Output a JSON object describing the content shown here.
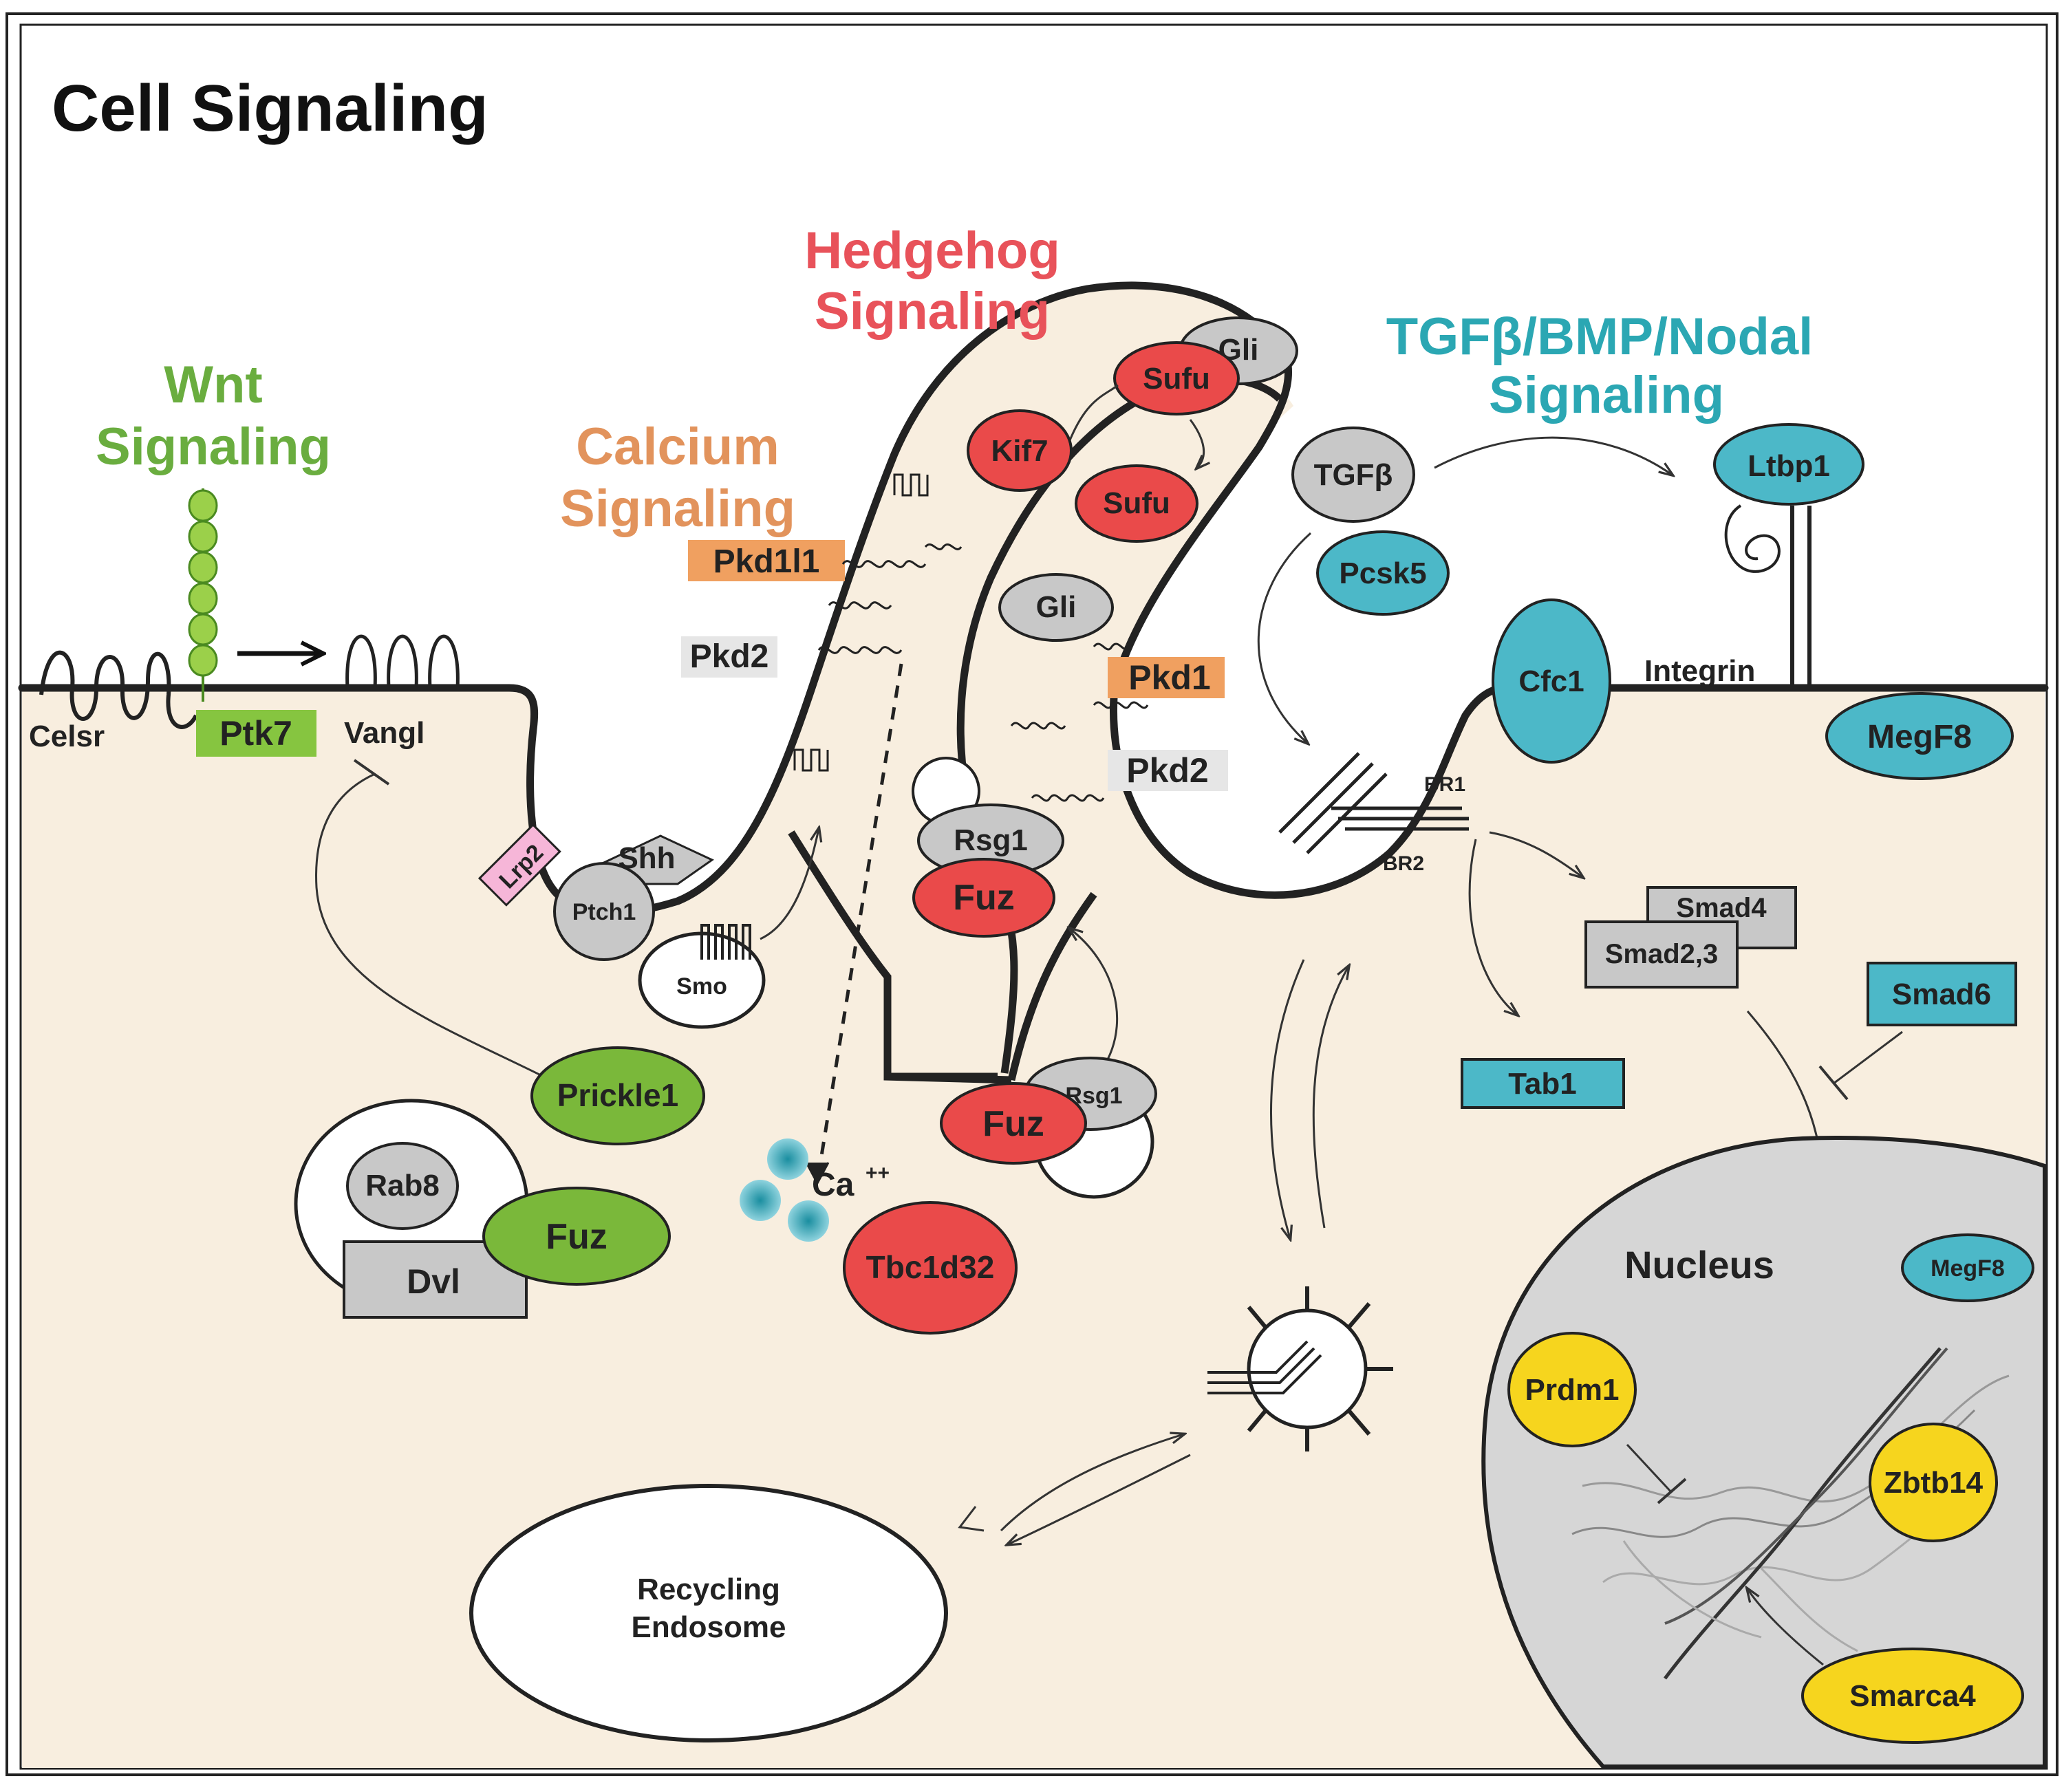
{
  "title": "Cell Signaling",
  "pathways": {
    "wnt": {
      "line1": "Wnt",
      "line2": "Signaling",
      "color": "#6aad3f"
    },
    "calcium": {
      "line1": "Calcium",
      "line2": "Signaling",
      "color": "#e2935c"
    },
    "hedgehog": {
      "line1": "Hedgehog",
      "line2": "Signaling",
      "color": "#e8525a"
    },
    "tgfb": {
      "line1": "TGFβ/BMP/Nodal",
      "line2": "Signaling",
      "color": "#2ba7b3"
    }
  },
  "colors": {
    "cytoplasm": "#f8eedf",
    "membrane": "#222222",
    "red": "#ea4a4a",
    "green": "#7ab83a",
    "teal": "#4cb8c8",
    "gray": "#c8c8c8",
    "yellow": "#f6d51e",
    "orange": "#f0a060",
    "pink": "#f6b6d8",
    "nucleus": "#d6d6d6"
  },
  "labels": {
    "celsr": "Celsr",
    "ptk7": "Ptk7",
    "vangl": "Vangl",
    "lrp2": "Lrp2",
    "shh": "Shh",
    "ptch1": "Ptch1",
    "smo": "Smo",
    "prickle1": "Prickle1",
    "rab8": "Rab8",
    "fuz_wnt": "Fuz",
    "dvl": "Dvl",
    "pkd1l1": "Pkd1l1",
    "pkd2_left": "Pkd2",
    "ca": "Ca",
    "ca_sup": "++",
    "tbc1d32": "Tbc1d32",
    "gli_top": "Gli",
    "sufu_top": "Sufu",
    "kif7": "Kif7",
    "sufu_mid": "Sufu",
    "gli_mid": "Gli",
    "pkd1": "Pkd1",
    "pkd2_right": "Pkd2",
    "rsg1_top": "Rsg1",
    "fuz_top": "Fuz",
    "rsg1_bottom": "Rsg1",
    "fuz_bottom": "Fuz",
    "tgfb": "TGFβ",
    "pcsk5": "Pcsk5",
    "ltbp1": "Ltbp1",
    "cfc1": "Cfc1",
    "integrin": "Integrin",
    "megf8_membrane": "MegF8",
    "br1": "BR1",
    "br2": "BR2",
    "smad4": "Smad4",
    "smad23": "Smad2,3",
    "smad6": "Smad6",
    "tab1": "Tab1",
    "nucleus": "Nucleus",
    "megf8_nucleus": "MegF8",
    "prdm1": "Prdm1",
    "zbtb14": "Zbtb14",
    "smarca4": "Smarca4",
    "recycling_line1": "Recycling",
    "recycling_line2": "Endosome"
  }
}
